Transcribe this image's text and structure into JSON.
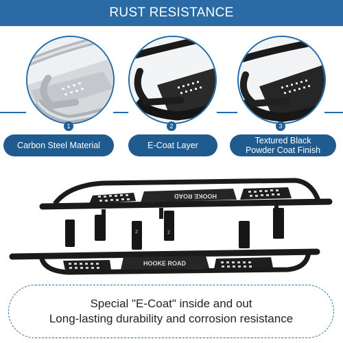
{
  "banner": {
    "title": "RUST RESISTANCE"
  },
  "features": [
    {
      "number": "1",
      "label": "Carbon Steel Material",
      "finish": "silver"
    },
    {
      "number": "2",
      "label": "E-Coat Layer",
      "finish": "black-smooth"
    },
    {
      "number": "3",
      "label_line1": "Textured Black",
      "label_line2": "Powder Coat Finish",
      "finish": "black-textured"
    }
  ],
  "product": {
    "brand_top": "HOOKE ROAD",
    "brand_bottom": "HOOKE ROAD",
    "bracket_marks": [
      "2",
      "2"
    ]
  },
  "footer": {
    "line1": "Special \"E-Coat\" inside and out",
    "line2": "Long-lasting durability and corrosion resistance"
  },
  "colors": {
    "banner": "#2a6aa5",
    "pill": "#1f5b8e",
    "accent": "#1f6aa8",
    "steel": "#b9bcbf",
    "black": "#1b1b1b"
  }
}
